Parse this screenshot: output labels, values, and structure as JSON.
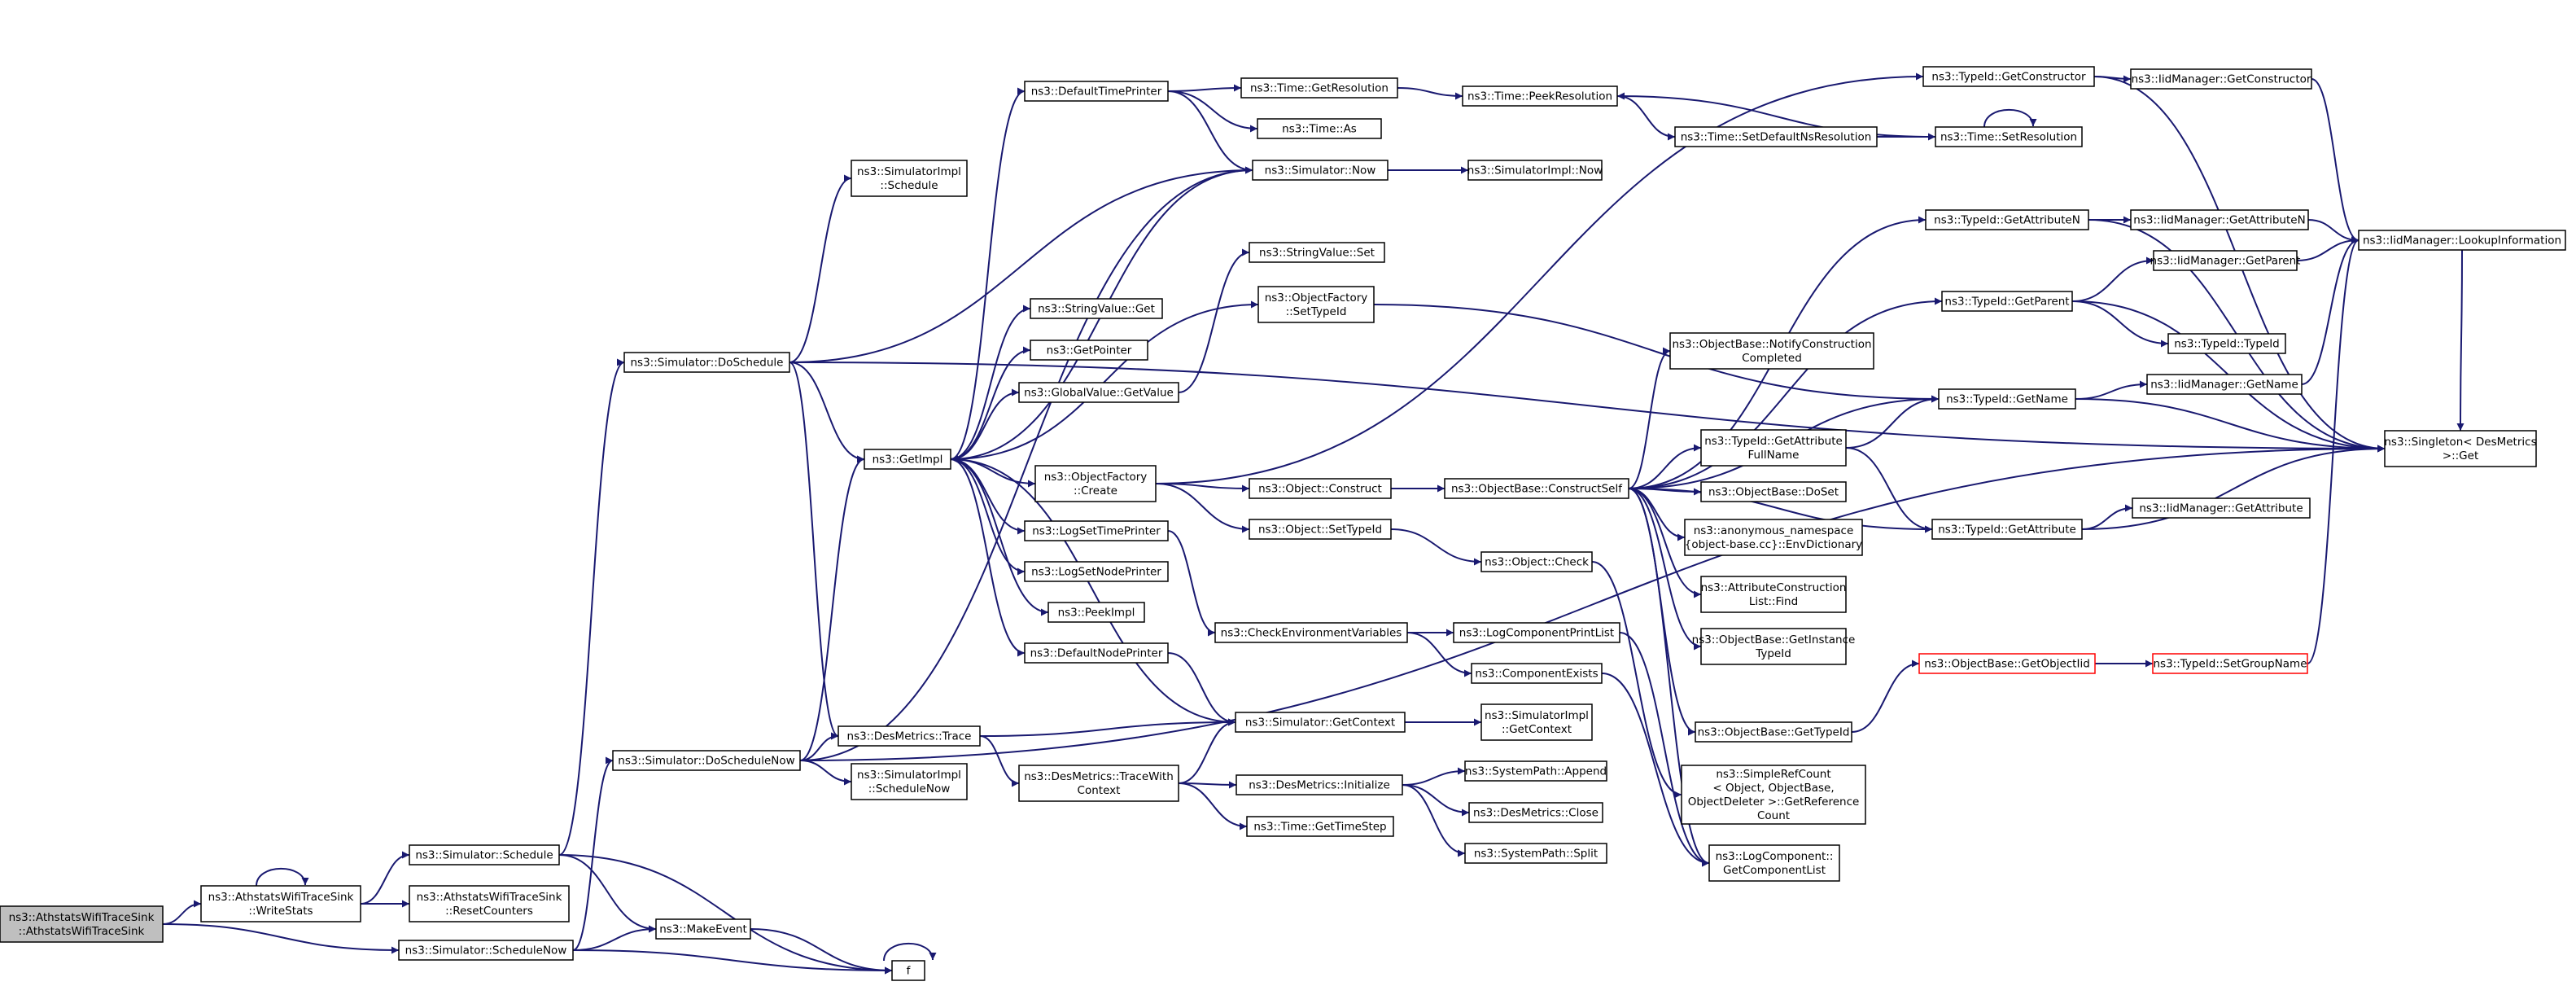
{
  "diagram": {
    "nodes": [
      {
        "id": "root",
        "lines": [
          "ns3::AthstatsWifiTraceSink",
          "::AthstatsWifiTraceSink"
        ],
        "style": "root"
      },
      {
        "id": "writestats",
        "lines": [
          "ns3::AthstatsWifiTraceSink",
          "::WriteStats"
        ]
      },
      {
        "id": "resetcounters",
        "lines": [
          "ns3::AthstatsWifiTraceSink",
          "::ResetCounters"
        ]
      },
      {
        "id": "schedule",
        "lines": [
          "ns3::Simulator::Schedule"
        ]
      },
      {
        "id": "schedulenow",
        "lines": [
          "ns3::Simulator::ScheduleNow"
        ]
      },
      {
        "id": "makeevent",
        "lines": [
          "ns3::MakeEvent"
        ]
      },
      {
        "id": "f",
        "lines": [
          "f"
        ]
      },
      {
        "id": "doschedulenow",
        "lines": [
          "ns3::Simulator::DoScheduleNow"
        ]
      },
      {
        "id": "doschedule",
        "lines": [
          "ns3::Simulator::DoSchedule"
        ]
      },
      {
        "id": "simimplschedule",
        "lines": [
          "ns3::SimulatorImpl",
          "::Schedule"
        ]
      },
      {
        "id": "simimplschedulenow",
        "lines": [
          "ns3::SimulatorImpl",
          "::ScheduleNow"
        ]
      },
      {
        "id": "destrace",
        "lines": [
          "ns3::DesMetrics::Trace"
        ]
      },
      {
        "id": "getimpl",
        "lines": [
          "ns3::GetImpl"
        ]
      },
      {
        "id": "defaulttimeprinter",
        "lines": [
          "ns3::DefaultTimePrinter"
        ]
      },
      {
        "id": "stringvalueget",
        "lines": [
          "ns3::StringValue::Get"
        ]
      },
      {
        "id": "getpointer",
        "lines": [
          "ns3::GetPointer"
        ]
      },
      {
        "id": "globalvalueget",
        "lines": [
          "ns3::GlobalValue::GetValue"
        ]
      },
      {
        "id": "objfactorycreate",
        "lines": [
          "ns3::ObjectFactory",
          "::Create"
        ]
      },
      {
        "id": "logsettimeprinter",
        "lines": [
          "ns3::LogSetTimePrinter"
        ]
      },
      {
        "id": "logsetnodeprinter",
        "lines": [
          "ns3::LogSetNodePrinter"
        ]
      },
      {
        "id": "peekimpl",
        "lines": [
          "ns3::PeekImpl"
        ]
      },
      {
        "id": "defaultnodeprinter",
        "lines": [
          "ns3::DefaultNodePrinter"
        ]
      },
      {
        "id": "destracewith",
        "lines": [
          "ns3::DesMetrics::TraceWith",
          "Context"
        ]
      },
      {
        "id": "timegetres",
        "lines": [
          "ns3::Time::GetResolution"
        ]
      },
      {
        "id": "timeas",
        "lines": [
          "ns3::Time::As"
        ]
      },
      {
        "id": "simnow",
        "lines": [
          "ns3::Simulator::Now"
        ]
      },
      {
        "id": "stringvalueset",
        "lines": [
          "ns3::StringValue::Set"
        ]
      },
      {
        "id": "objfactorysettypeid",
        "lines": [
          "ns3::ObjectFactory",
          "::SetTypeId"
        ]
      },
      {
        "id": "objconstruct",
        "lines": [
          "ns3::Object::Construct"
        ]
      },
      {
        "id": "objsettypeid",
        "lines": [
          "ns3::Object::SetTypeId"
        ]
      },
      {
        "id": "checkenv",
        "lines": [
          "ns3::CheckEnvironmentVariables"
        ]
      },
      {
        "id": "simgetcontext",
        "lines": [
          "ns3::Simulator::GetContext"
        ]
      },
      {
        "id": "desinit",
        "lines": [
          "ns3::DesMetrics::Initialize"
        ]
      },
      {
        "id": "timegettimestep",
        "lines": [
          "ns3::Time::GetTimeStep"
        ]
      },
      {
        "id": "simimplnow",
        "lines": [
          "ns3::SimulatorImpl::Now"
        ]
      },
      {
        "id": "timepeekres",
        "lines": [
          "ns3::Time::PeekResolution"
        ]
      },
      {
        "id": "objbaseconstructself",
        "lines": [
          "ns3::ObjectBase::ConstructSelf"
        ]
      },
      {
        "id": "objcheck",
        "lines": [
          "ns3::Object::Check"
        ]
      },
      {
        "id": "logcompprintlist",
        "lines": [
          "ns3::LogComponentPrintList"
        ]
      },
      {
        "id": "compexists",
        "lines": [
          "ns3::ComponentExists"
        ]
      },
      {
        "id": "simimplgetcontext",
        "lines": [
          "ns3::SimulatorImpl",
          "::GetContext"
        ]
      },
      {
        "id": "syspathappend",
        "lines": [
          "ns3::SystemPath::Append"
        ]
      },
      {
        "id": "desclose",
        "lines": [
          "ns3::DesMetrics::Close"
        ]
      },
      {
        "id": "syspathsplit",
        "lines": [
          "ns3::SystemPath::Split"
        ]
      },
      {
        "id": "timesetdefaultns",
        "lines": [
          "ns3::Time::SetDefaultNsResolution"
        ]
      },
      {
        "id": "objbasenotify",
        "lines": [
          "ns3::ObjectBase::NotifyConstruction",
          "Completed"
        ]
      },
      {
        "id": "typeidgetattrfullname",
        "lines": [
          "ns3::TypeId::GetAttribute",
          "FullName"
        ]
      },
      {
        "id": "objbasedoset",
        "lines": [
          "ns3::ObjectBase::DoSet"
        ]
      },
      {
        "id": "anonenvdict",
        "lines": [
          "ns3::anonymous_namespace",
          "{object-base.cc}::EnvDictionary"
        ]
      },
      {
        "id": "attrconstructlistfind",
        "lines": [
          "ns3::AttributeConstruction",
          "List::Find"
        ]
      },
      {
        "id": "objbasegetinstancetypeid",
        "lines": [
          "ns3::ObjectBase::GetInstance",
          "TypeId"
        ]
      },
      {
        "id": "objbasegettypeid",
        "lines": [
          "ns3::ObjectBase::GetTypeId"
        ]
      },
      {
        "id": "simplerefcount",
        "lines": [
          "ns3::SimpleRefCount",
          "< Object, ObjectBase,",
          "ObjectDeleter >::GetReference",
          "Count"
        ]
      },
      {
        "id": "logcompgetlist",
        "lines": [
          "ns3::LogComponent::",
          "GetComponentList"
        ]
      },
      {
        "id": "typeidgetconstructor",
        "lines": [
          "ns3::TypeId::GetConstructor"
        ]
      },
      {
        "id": "timesetres",
        "lines": [
          "ns3::Time::SetResolution"
        ]
      },
      {
        "id": "typeidgetattributen",
        "lines": [
          "ns3::TypeId::GetAttributeN"
        ]
      },
      {
        "id": "typeidgetparent",
        "lines": [
          "ns3::TypeId::GetParent"
        ]
      },
      {
        "id": "typeidgetname",
        "lines": [
          "ns3::TypeId::GetName"
        ]
      },
      {
        "id": "typeidgetattribute",
        "lines": [
          "ns3::TypeId::GetAttribute"
        ]
      },
      {
        "id": "objbasegetobjectiid",
        "lines": [
          "ns3::ObjectBase::GetObjectIid"
        ],
        "style": "red"
      },
      {
        "id": "iidgetconstructor",
        "lines": [
          "ns3::IidManager::GetConstructor"
        ]
      },
      {
        "id": "iidgetattributen",
        "lines": [
          "ns3::IidManager::GetAttributeN"
        ]
      },
      {
        "id": "iidgetparent",
        "lines": [
          "ns3::IidManager::GetParent"
        ]
      },
      {
        "id": "typeidtypeid",
        "lines": [
          "ns3::TypeId::TypeId"
        ]
      },
      {
        "id": "iidgetname",
        "lines": [
          "ns3::IidManager::GetName"
        ]
      },
      {
        "id": "iidgetattribute",
        "lines": [
          "ns3::IidManager::GetAttribute"
        ]
      },
      {
        "id": "typeidsetgroupname",
        "lines": [
          "ns3::TypeId::SetGroupName"
        ],
        "style": "red"
      },
      {
        "id": "iidlookup",
        "lines": [
          "ns3::IidManager::LookupInformation"
        ]
      },
      {
        "id": "singletonget",
        "lines": [
          "ns3::Singleton< DesMetrics",
          ">::Get"
        ]
      }
    ],
    "edges": [
      [
        "root",
        "writestats"
      ],
      [
        "root",
        "schedulenow"
      ],
      [
        "writestats",
        "writestats"
      ],
      [
        "writestats",
        "resetcounters"
      ],
      [
        "writestats",
        "schedule"
      ],
      [
        "schedule",
        "doschedule"
      ],
      [
        "schedule",
        "makeevent"
      ],
      [
        "schedule",
        "f"
      ],
      [
        "schedulenow",
        "doschedulenow"
      ],
      [
        "schedulenow",
        "makeevent"
      ],
      [
        "schedulenow",
        "f"
      ],
      [
        "makeevent",
        "f"
      ],
      [
        "f",
        "f"
      ],
      [
        "doschedule",
        "simimplschedule"
      ],
      [
        "doschedule",
        "simnow"
      ],
      [
        "doschedule",
        "getimpl"
      ],
      [
        "doschedule",
        "destrace"
      ],
      [
        "doschedule",
        "singletonget"
      ],
      [
        "doschedulenow",
        "simnow"
      ],
      [
        "doschedulenow",
        "getimpl"
      ],
      [
        "doschedulenow",
        "destrace"
      ],
      [
        "doschedulenow",
        "simimplschedulenow"
      ],
      [
        "doschedulenow",
        "singletonget"
      ],
      [
        "destrace",
        "simgetcontext"
      ],
      [
        "destrace",
        "destracewith"
      ],
      [
        "destracewith",
        "simgetcontext"
      ],
      [
        "destracewith",
        "desinit"
      ],
      [
        "destracewith",
        "timegettimestep"
      ],
      [
        "desinit",
        "syspathappend"
      ],
      [
        "desinit",
        "desclose"
      ],
      [
        "desinit",
        "syspathsplit"
      ],
      [
        "getimpl",
        "defaulttimeprinter"
      ],
      [
        "getimpl",
        "stringvalueget"
      ],
      [
        "getimpl",
        "getpointer"
      ],
      [
        "getimpl",
        "globalvalueget"
      ],
      [
        "getimpl",
        "objfactorycreate"
      ],
      [
        "getimpl",
        "logsettimeprinter"
      ],
      [
        "getimpl",
        "logsetnodeprinter"
      ],
      [
        "getimpl",
        "peekimpl"
      ],
      [
        "getimpl",
        "defaultnodeprinter"
      ],
      [
        "getimpl",
        "simgetcontext"
      ],
      [
        "getimpl",
        "objfactorysettypeid"
      ],
      [
        "simnow",
        "getimpl"
      ],
      [
        "simnow",
        "simimplnow"
      ],
      [
        "defaulttimeprinter",
        "timegetres"
      ],
      [
        "defaulttimeprinter",
        "timeas"
      ],
      [
        "defaulttimeprinter",
        "simnow"
      ],
      [
        "timegetres",
        "timepeekres"
      ],
      [
        "globalvalueget",
        "stringvalueset"
      ],
      [
        "objfactorysettypeid",
        "typeidgetname"
      ],
      [
        "objfactorycreate",
        "objconstruct"
      ],
      [
        "objfactorycreate",
        "objsettypeid"
      ],
      [
        "objfactorycreate",
        "typeidgetconstructor"
      ],
      [
        "objconstruct",
        "objbaseconstructself"
      ],
      [
        "objsettypeid",
        "objcheck"
      ],
      [
        "objcheck",
        "simplerefcount"
      ],
      [
        "logsettimeprinter",
        "checkenv"
      ],
      [
        "checkenv",
        "logcompprintlist"
      ],
      [
        "checkenv",
        "compexists"
      ],
      [
        "logcompprintlist",
        "logcompgetlist"
      ],
      [
        "compexists",
        "logcompgetlist"
      ],
      [
        "defaultnodeprinter",
        "simgetcontext"
      ],
      [
        "simgetcontext",
        "simimplgetcontext"
      ],
      [
        "objbaseconstructself",
        "typeidgetattributen"
      ],
      [
        "objbaseconstructself",
        "typeidgetparent"
      ],
      [
        "objbaseconstructself",
        "objbasenotify"
      ],
      [
        "objbaseconstructself",
        "typeidgetname"
      ],
      [
        "objbaseconstructself",
        "typeidgetattrfullname"
      ],
      [
        "objbaseconstructself",
        "objbasedoset"
      ],
      [
        "objbaseconstructself",
        "anonenvdict"
      ],
      [
        "objbaseconstructself",
        "attrconstructlistfind"
      ],
      [
        "objbaseconstructself",
        "objbasegetinstancetypeid"
      ],
      [
        "objbaseconstructself",
        "objbasegettypeid"
      ],
      [
        "objbaseconstructself",
        "typeidgetattribute"
      ],
      [
        "objbaseconstructself",
        "logcompgetlist"
      ],
      [
        "typeidgetattrfullname",
        "typeidgetname"
      ],
      [
        "typeidgetattrfullname",
        "typeidgetattribute"
      ],
      [
        "objbasegettypeid",
        "objbasegetobjectiid"
      ],
      [
        "objbasegetobjectiid",
        "typeidsetgroupname"
      ],
      [
        "typeidsetgroupname",
        "iidlookup"
      ],
      [
        "typeidgetconstructor",
        "iidgetconstructor"
      ],
      [
        "typeidgetconstructor",
        "singletonget"
      ],
      [
        "iidgetconstructor",
        "iidlookup"
      ],
      [
        "timepeekres",
        "timesetdefaultns"
      ],
      [
        "timesetdefaultns",
        "timesetres"
      ],
      [
        "timesetres",
        "timesetres"
      ],
      [
        "timesetres",
        "timepeekres"
      ],
      [
        "typeidgetattributen",
        "iidgetattributen"
      ],
      [
        "typeidgetattributen",
        "singletonget"
      ],
      [
        "iidgetattributen",
        "iidlookup"
      ],
      [
        "typeidgetparent",
        "iidgetparent"
      ],
      [
        "typeidgetparent",
        "typeidtypeid"
      ],
      [
        "typeidgetparent",
        "singletonget"
      ],
      [
        "iidgetparent",
        "iidlookup"
      ],
      [
        "typeidgetname",
        "iidgetname"
      ],
      [
        "typeidgetname",
        "singletonget"
      ],
      [
        "iidgetname",
        "iidlookup"
      ],
      [
        "typeidgetattribute",
        "iidgetattribute"
      ],
      [
        "typeidgetattribute",
        "singletonget"
      ],
      [
        "iidlookup",
        "singletonget"
      ]
    ]
  }
}
